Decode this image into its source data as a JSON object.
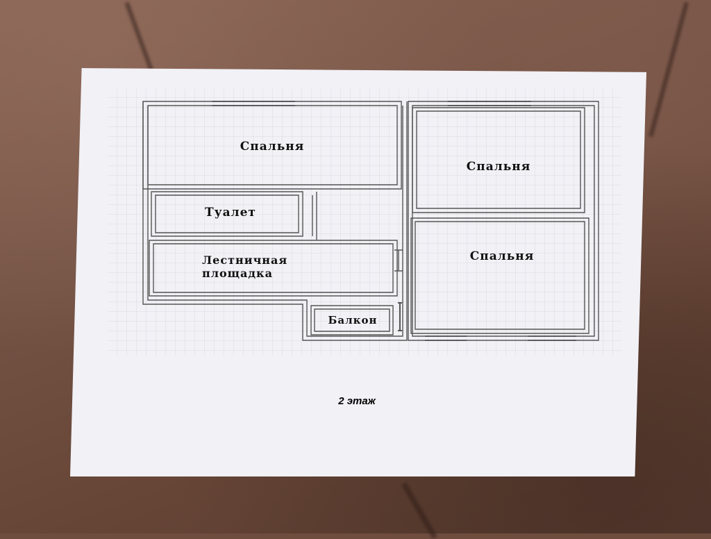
{
  "plan": {
    "rooms": [
      {
        "label": "Спальня"
      },
      {
        "label": "Спальня"
      },
      {
        "label": "Туалет"
      },
      {
        "label": "Лестничная"
      },
      {
        "label": "площадка"
      },
      {
        "label": "Спальня"
      },
      {
        "label": "Балкон"
      }
    ],
    "floor_label": "2 этаж"
  },
  "colors": {
    "wall": "#555555",
    "grid": "#cfd0d6",
    "paper": "#f1f1f6"
  }
}
